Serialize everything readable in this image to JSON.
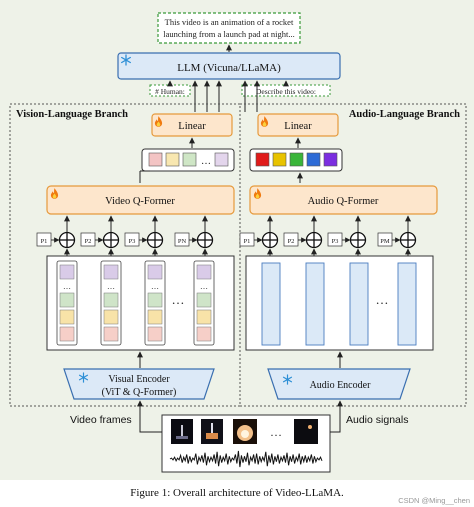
{
  "output_text": [
    "This video is an animation of a rocket",
    "launching from a launch pad at night..."
  ],
  "llm_label": "LLM (Vicuna/LLaMA)",
  "human_prompt": "# Human:",
  "describe_prompt": "Describe this video:",
  "vision_branch_title": "Vision-Language Branch",
  "audio_branch_title": "Audio-Language Branch",
  "linear_label": "Linear",
  "video_qformer_label": "Video Q-Former",
  "audio_qformer_label": "Audio Q-Former",
  "visual_encoder_label": [
    "Visual Encoder",
    "(ViT & Q-Former)"
  ],
  "audio_encoder_label": "Audio Encoder",
  "video_frames_label": "Video frames",
  "audio_signals_label": "Audio signals",
  "ellipsis": "…",
  "caption": "Figure 1: Overall architecture of Video-LLaMA.",
  "watermark": "CSDN @Ming__chen",
  "vision_pos_labels": [
    "P1",
    "P2",
    "P3",
    "PN"
  ],
  "audio_pos_labels": [
    "P1",
    "P2",
    "P3",
    "PM"
  ],
  "icons": {
    "frozen": "snowflake-icon",
    "trainable": "flame-icon"
  },
  "colors": {
    "bg": "#eef2e8",
    "green_dash": "#3a9a3a",
    "blue_box_fill": "#dce9f7",
    "blue_box_stroke": "#3a6fb0",
    "orange_fill": "#fde6cc",
    "orange_stroke": "#e69a3c",
    "snowflake": "#2d8fd6",
    "flame": "#f07a10",
    "vision_tokens": [
      "#f3c4c4",
      "#f8e7b0",
      "#cfe6c6",
      "#e3d5ec",
      "#e8a9c5"
    ],
    "audio_tokens": [
      "#e01b1b",
      "#e8c300",
      "#3ab53a",
      "#2e6bd6",
      "#7b2ee0"
    ],
    "frame_token_colors": [
      "#d9cbe8",
      "#cfe4c8",
      "#cfe4c8",
      "#f8e3a8",
      "#f6cfc8"
    ],
    "audio_frame_fill": "#dbe9f7"
  }
}
